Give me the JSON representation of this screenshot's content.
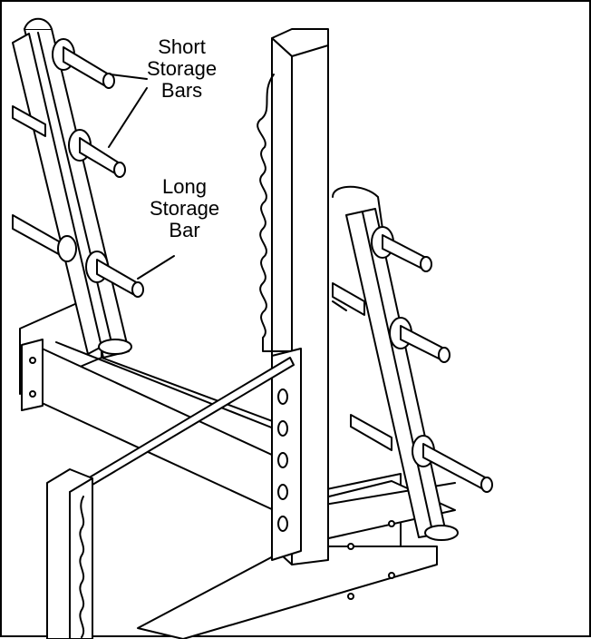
{
  "callouts": {
    "short_storage_bars": [
      "Short",
      "Storage",
      "Bars"
    ],
    "long_storage_bar": [
      "Long",
      "Storage",
      "Bar"
    ]
  },
  "colors": {
    "ink": "#000000",
    "paper": "#ffffff"
  }
}
